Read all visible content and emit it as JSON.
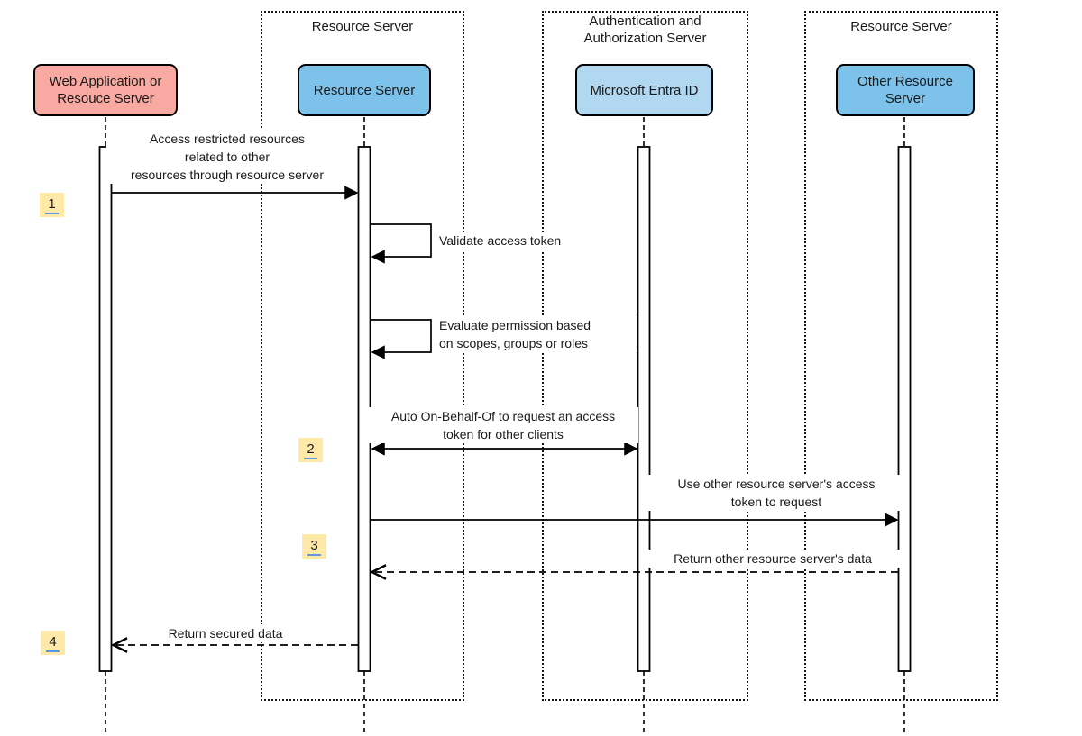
{
  "groups": [
    {
      "label": "Resource Server"
    },
    {
      "label": "Authentication and\nAuthorization Server"
    },
    {
      "label": "Resource Server"
    }
  ],
  "actors": [
    {
      "name": "Web Application or\nResouce Server",
      "fill": "#F8A9A2"
    },
    {
      "name": "Resource Server",
      "fill": "#7CC2EA"
    },
    {
      "name": "Microsoft Entra ID",
      "fill": "#B1D8F0"
    },
    {
      "name": "Other Resource\nServer",
      "fill": "#7CC2EA"
    }
  ],
  "badges": [
    {
      "number": "1"
    },
    {
      "number": "2"
    },
    {
      "number": "3"
    },
    {
      "number": "4"
    }
  ],
  "messages": [
    {
      "text": "Access restricted resources\nrelated to other\nresources through resource server",
      "from": "Web Application or Resouce Server",
      "to": "Resource Server",
      "style": "solid"
    },
    {
      "text": "Validate access token",
      "from": "Resource Server",
      "to": "Resource Server",
      "style": "self"
    },
    {
      "text": "Evaluate permission based\non scopes, groups or roles",
      "from": "Resource Server",
      "to": "Resource Server",
      "style": "self"
    },
    {
      "text": "Auto On-Behalf-Of to request an access\ntoken for other clients",
      "from": "Resource Server",
      "to": "Microsoft Entra ID",
      "style": "solid-bidirectional"
    },
    {
      "text": "Use other resource server's access\ntoken to request",
      "from": "Resource Server",
      "to": "Other Resource Server",
      "style": "solid"
    },
    {
      "text": "Return other resource server's data",
      "from": "Other Resource Server",
      "to": "Resource Server",
      "style": "dashed-return"
    },
    {
      "text": "Return secured data",
      "from": "Resource Server",
      "to": "Web Application or Resouce Server",
      "style": "dashed-return"
    }
  ],
  "colors": {
    "actor_pink": "#F8A9A2",
    "actor_blue": "#7CC2EA",
    "actor_light_blue": "#B1D8F0",
    "badge_yellow": "#FFE9A9",
    "badge_underline": "#5B94E8",
    "line_black": "#000000"
  }
}
